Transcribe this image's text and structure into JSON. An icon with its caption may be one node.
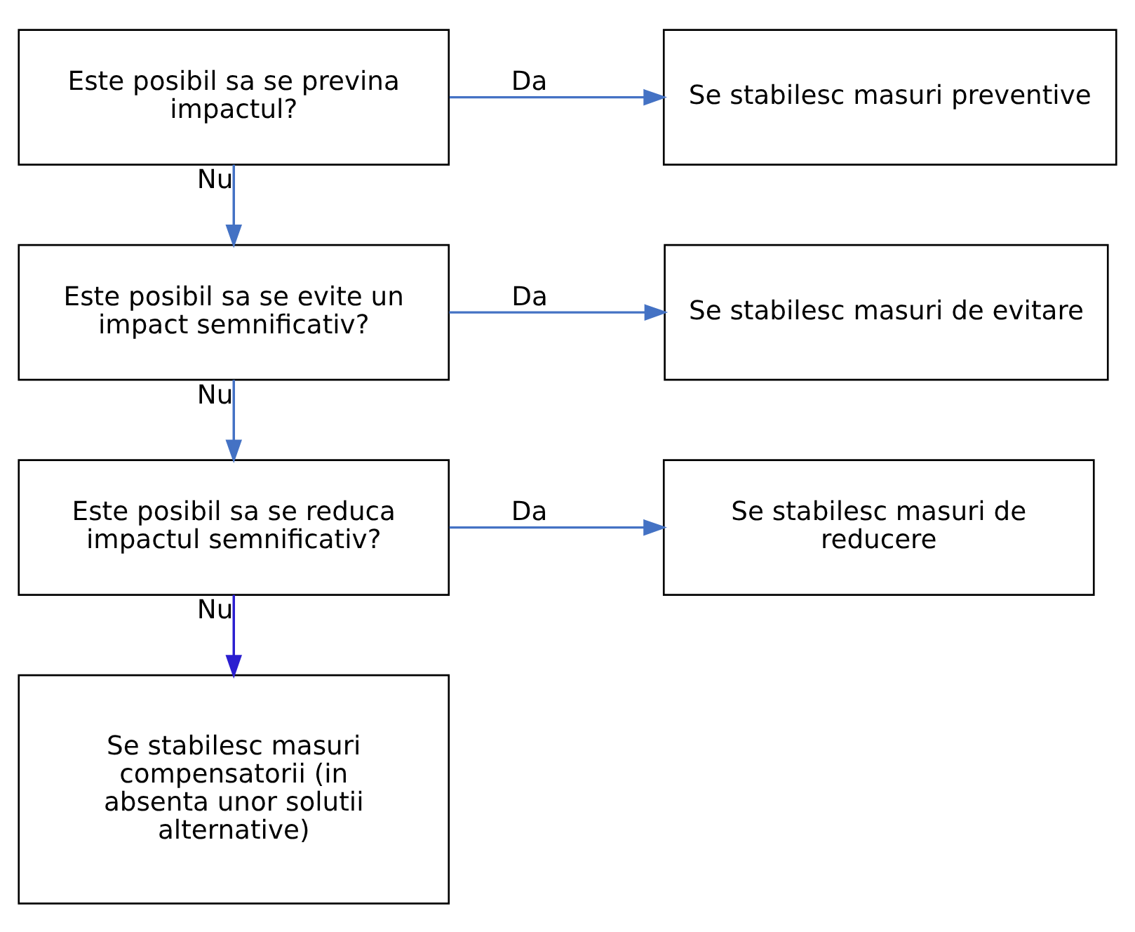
{
  "diagram": {
    "nodes": [
      {
        "text": [
          "Este posibil sa se previna impactul?"
        ]
      },
      {
        "text": [
          "Se stabilesc masuri preventive"
        ]
      },
      {
        "text": [
          "Este posibil sa se evite un impact semnificativ?"
        ]
      },
      {
        "text": [
          "Se stabilesc masuri de evitare"
        ]
      },
      {
        "text": [
          "Este posibil sa se reduca impactul semnificativ?"
        ]
      },
      {
        "text": [
          "Se stabilesc masuri de reducere"
        ]
      },
      {
        "text": [
          "Se stabilesc masuri compensatorii (in absenta unor solutii alternative)"
        ]
      }
    ],
    "edges": [
      {
        "from": 0,
        "to": 1,
        "arrow": "to",
        "label": "Da"
      },
      {
        "from": 0,
        "to": 2,
        "arrow": "to",
        "label": "Nu"
      },
      {
        "from": 2,
        "to": 3,
        "arrow": "to",
        "label": "Da"
      },
      {
        "from": 2,
        "to": 4,
        "arrow": "to",
        "label": "Nu"
      },
      {
        "from": 4,
        "to": 5,
        "arrow": "to",
        "label": "Da"
      },
      {
        "from": 4,
        "to": 6,
        "arrow": "to",
        "label": "Nu",
        "color": "#2b1fd0"
      }
    ]
  }
}
